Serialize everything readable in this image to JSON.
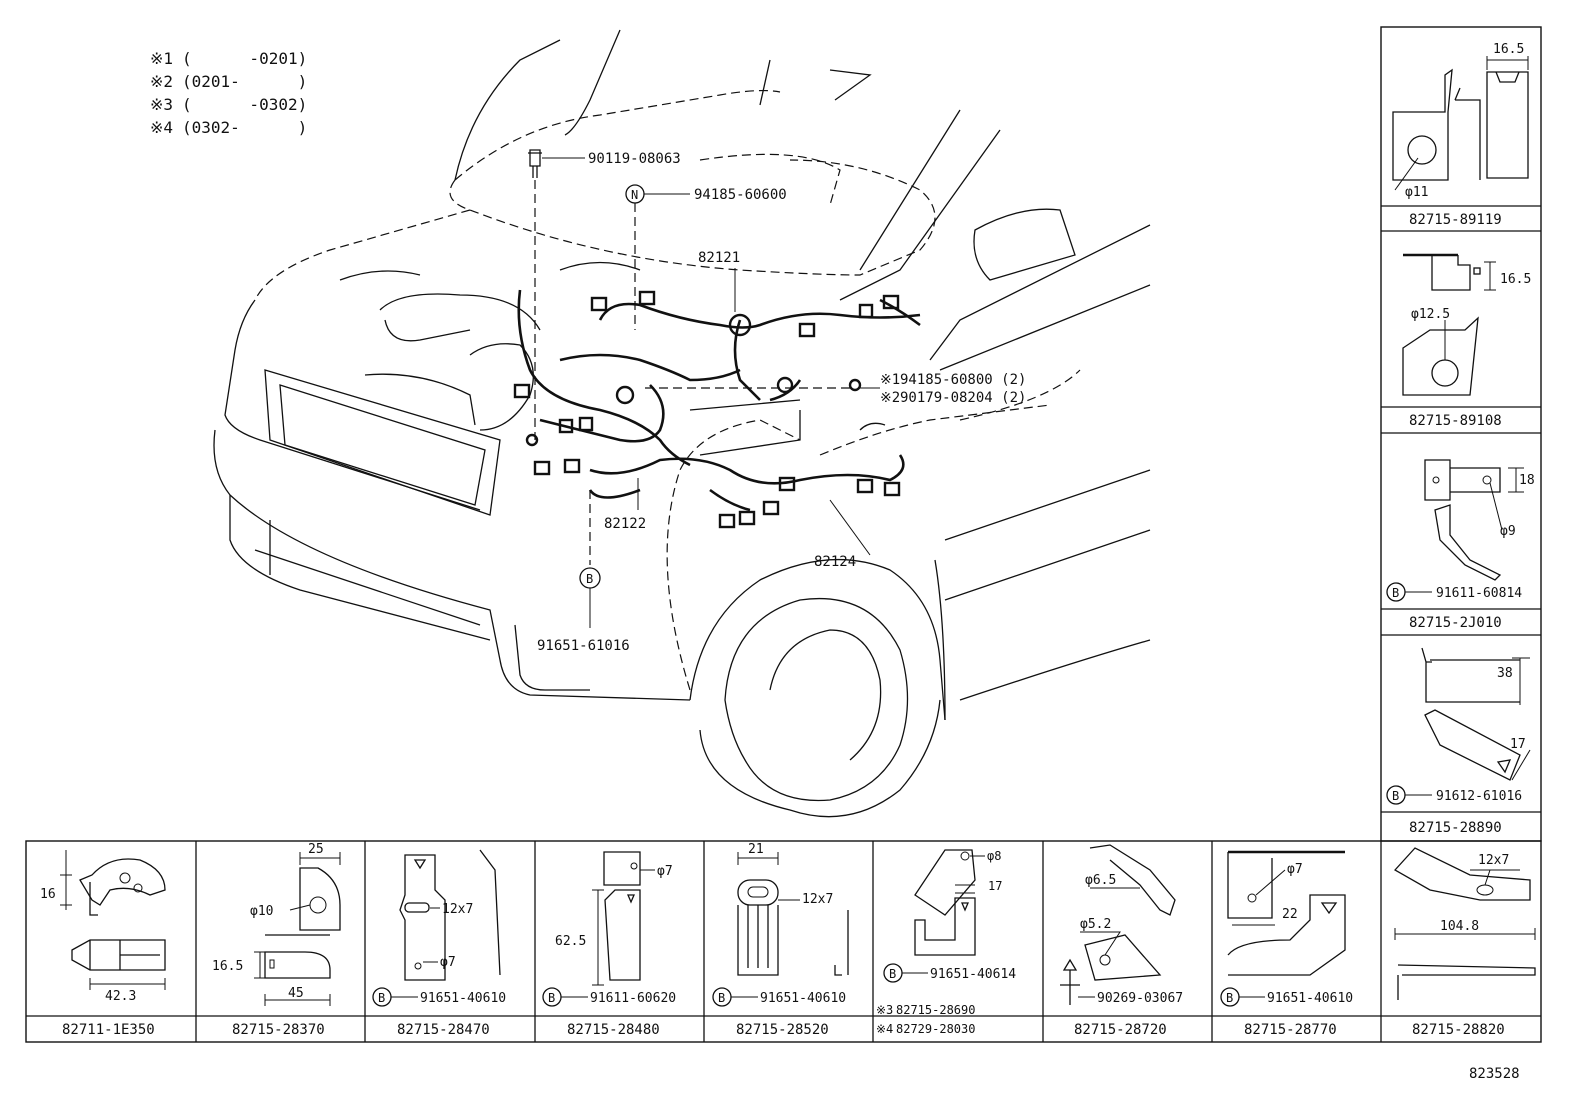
{
  "legend": [
    {
      "mark": "※1",
      "range": "(      -0201)"
    },
    {
      "mark": "※2",
      "range": "(0201-      )"
    },
    {
      "mark": "※3",
      "range": "(      -0302)"
    },
    {
      "mark": "※4",
      "range": "(0302-      )"
    }
  ],
  "callouts": {
    "bolt_top": "90119-08063",
    "nut_n_marker": "N",
    "nut_n": "94185-60600",
    "harness_82121": "82121",
    "nut_mark1": "※1",
    "nut_row1": "94185-60800 (2)",
    "nut_mark2": "※2",
    "nut_row2": "90179-08204 (2)",
    "harness_82122": "82122",
    "harness_82124": "82124",
    "bolt_b_marker": "B",
    "bolt_b": "91651-61016"
  },
  "right_panels": [
    {
      "caption": "82715-89119",
      "dims": [
        "16.5",
        "φ11"
      ]
    },
    {
      "caption": "82715-89108",
      "dims": [
        "16.5",
        "φ12.5"
      ]
    },
    {
      "caption": "82715-2J010",
      "dims": [
        "18",
        "φ9"
      ],
      "bolt_marker": "B",
      "bolt": "91611-60814"
    },
    {
      "caption": "82715-28890",
      "dims": [
        "38",
        "17"
      ],
      "bolt_marker": "B",
      "bolt": "91612-61016"
    }
  ],
  "bottom_panels": [
    {
      "caption": "82711-1E350",
      "dims": [
        "16",
        "42.3"
      ]
    },
    {
      "caption": "82715-28370",
      "dims": [
        "25",
        "φ10",
        "16.5",
        "45"
      ]
    },
    {
      "caption": "82715-28470",
      "dims": [
        "12x7",
        "φ7"
      ],
      "bolt_marker": "B",
      "bolt": "91651-40610"
    },
    {
      "caption": "82715-28480",
      "dims": [
        "φ7",
        "62.5"
      ],
      "bolt_marker": "B",
      "bolt": "91611-60620"
    },
    {
      "caption": "82715-28520",
      "dims": [
        "21",
        "12x7"
      ],
      "bolt_marker": "B",
      "bolt": "91651-40610"
    },
    {
      "caption_mark1": "※3",
      "caption": "82715-28690",
      "caption_mark2": "※4",
      "caption2": "82729-28030",
      "dims": [
        "φ8",
        "17"
      ],
      "bolt_marker": "B",
      "bolt": "91651-40614"
    },
    {
      "caption": "82715-28720",
      "dims": [
        "φ6.5",
        "φ5.2"
      ],
      "bolt": "90269-03067"
    },
    {
      "caption": "82715-28770",
      "dims": [
        "φ7",
        "22"
      ],
      "bolt_marker": "B",
      "bolt": "91651-40610"
    },
    {
      "caption": "82715-28820",
      "dims": [
        "12x7",
        "104.8"
      ]
    }
  ],
  "diagram_id": "823528"
}
